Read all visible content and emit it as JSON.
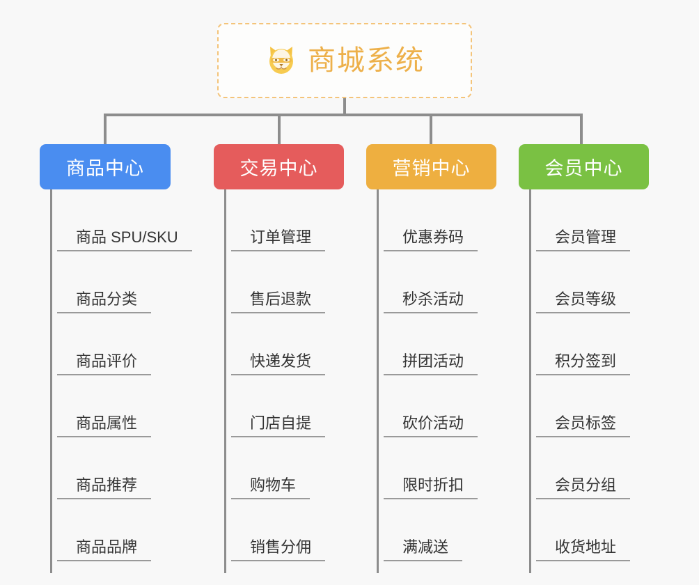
{
  "diagram": {
    "type": "org-tree",
    "background_color": "#f8f8f8",
    "connector_color": "#8d8d8d",
    "root": {
      "icon": "shiba-dog-face-icon",
      "title": "商城系统",
      "title_color": "#edb04a",
      "border_color": "#f4c47a",
      "card_background": "#fdfdfc"
    },
    "columns": [
      {
        "key": "product",
        "header": "商品中心",
        "color": "#4a8df0",
        "items": [
          "商品 SPU/SKU",
          "商品分类",
          "商品评价",
          "商品属性",
          "商品推荐",
          "商品品牌"
        ]
      },
      {
        "key": "trade",
        "header": "交易中心",
        "color": "#e55c5c",
        "items": [
          "订单管理",
          "售后退款",
          "快递发货",
          "门店自提",
          "购物车",
          "销售分佣"
        ]
      },
      {
        "key": "marketing",
        "header": "营销中心",
        "color": "#eeaf40",
        "items": [
          "优惠券码",
          "秒杀活动",
          "拼团活动",
          "砍价活动",
          "限时折扣",
          "满减送"
        ]
      },
      {
        "key": "member",
        "header": "会员中心",
        "color": "#7ac143",
        "items": [
          "会员管理",
          "会员等级",
          "积分签到",
          "会员标签",
          "会员分组",
          "收货地址"
        ]
      }
    ]
  }
}
